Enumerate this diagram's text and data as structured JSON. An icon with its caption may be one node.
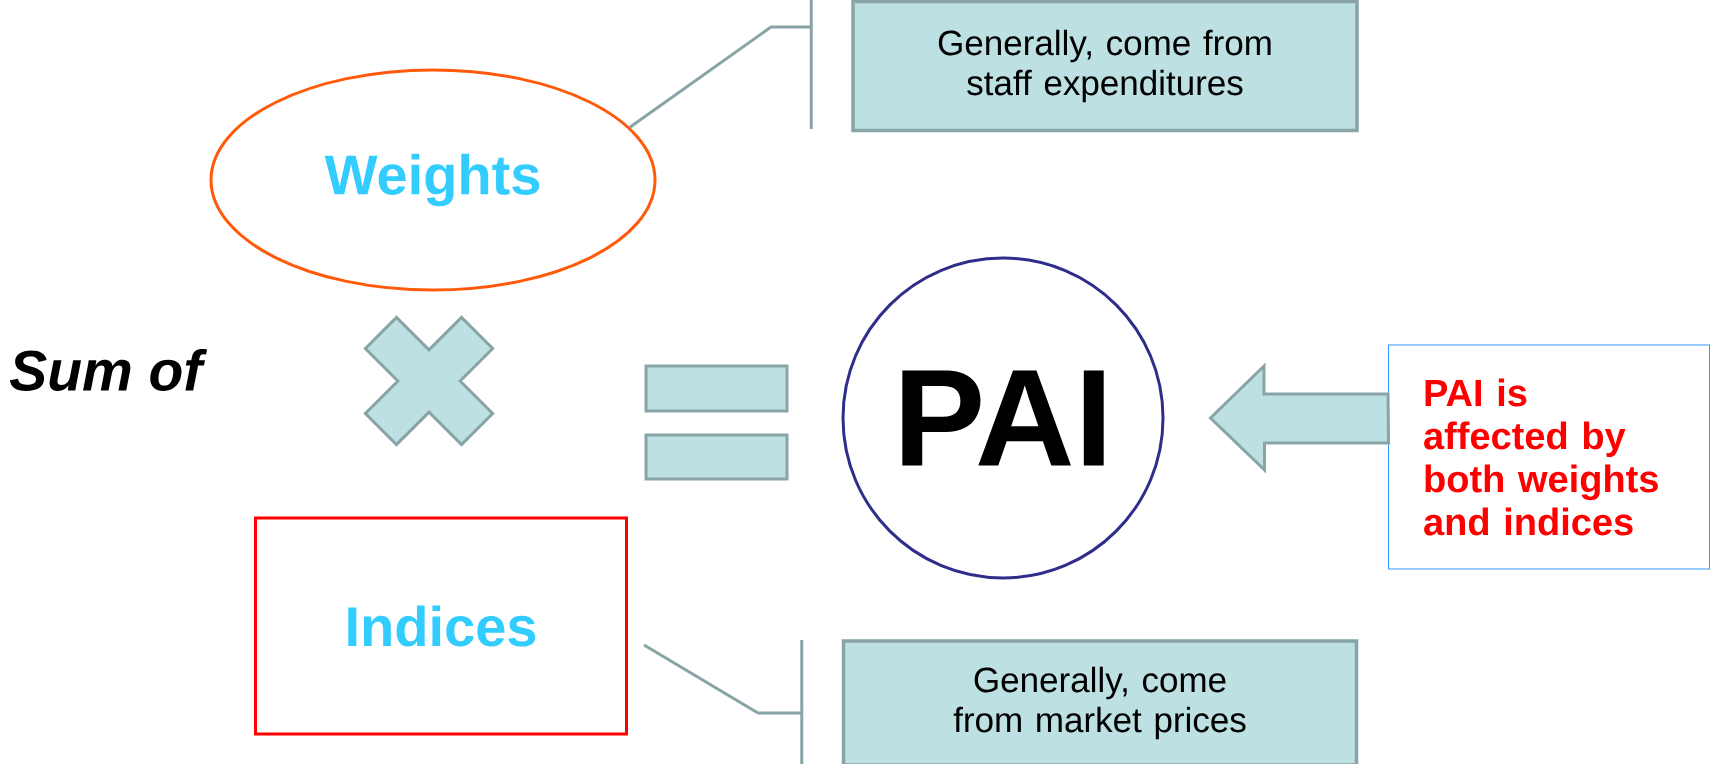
{
  "diagram": {
    "nodes": [
      {
        "text": [
          "Weights"
        ]
      },
      {
        "text": [
          "Generally, come from staff expenditures"
        ]
      },
      {
        "text": [
          "PAI"
        ]
      },
      {
        "text": [
          "PAI is affected by both weights and indices"
        ]
      },
      {
        "text": [
          "Indices"
        ]
      },
      {
        "text": [
          "Generally, come from market prices"
        ]
      },
      {
        "text": [],
        "shape": "cross"
      },
      {
        "text": [],
        "shape": "equals"
      }
    ],
    "edges": [
      {
        "from": 0,
        "to": 1,
        "arrow": "none"
      },
      {
        "from": 3,
        "to": 2,
        "arrow": "to"
      },
      {
        "from": 4,
        "to": 5,
        "arrow": "none"
      }
    ],
    "labels": [
      "Sum of"
    ]
  }
}
